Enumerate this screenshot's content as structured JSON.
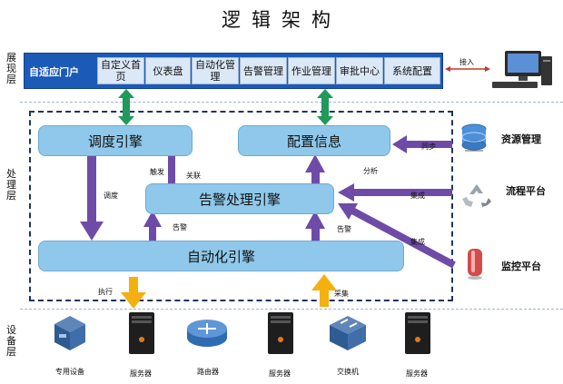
{
  "title": "逻辑架构",
  "layers": {
    "presentation": "展现层",
    "processing": "处理层",
    "device": "设备层"
  },
  "presentation": {
    "portal": "自适应门户",
    "tabs": [
      "自定义首页",
      "仪表盘",
      "自动化管理",
      "告警管理",
      "作业管理",
      "审批中心",
      "系统配置"
    ],
    "access_label": "接入"
  },
  "engines": {
    "scheduling": "调度引擎",
    "config_info": "配置信息",
    "alert_processing": "告警处理引擎",
    "automation": "自动化引擎"
  },
  "edge_labels": {
    "schedule": "调度",
    "trigger": "触发",
    "associate": "关联",
    "alarm_left": "告警",
    "alarm_right": "告警",
    "analyze": "分析",
    "sync": "同步",
    "integrate_1": "集成",
    "integrate_2": "集成",
    "execute": "执行",
    "collect": "采集"
  },
  "external_systems": [
    "资源管理",
    "流程平台",
    "监控平台"
  ],
  "devices": [
    "专用设备",
    "服务器",
    "路由器",
    "服务器",
    "交换机",
    "服务器"
  ],
  "colors": {
    "portal_bar": "#1c5ab8",
    "engine_fill": "#8fc8ea",
    "purple_arrow": "#6f4ba8",
    "green_arrow": "#1f9a5a",
    "orange_arrow": "#f4b010",
    "red_arrow": "#c0392b"
  }
}
